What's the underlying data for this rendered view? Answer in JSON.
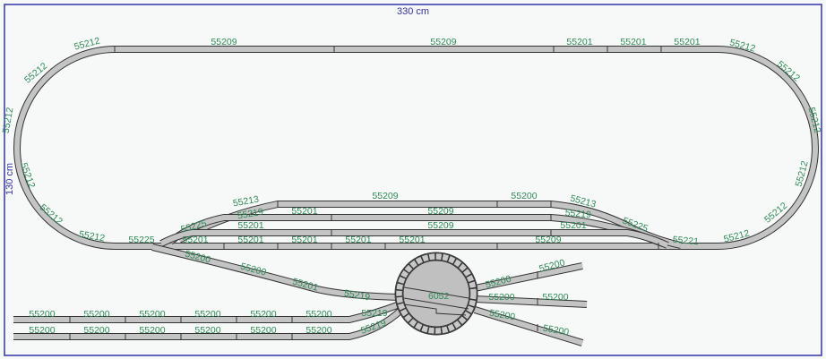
{
  "dimensions": {
    "width_label": "330 cm",
    "height_label": "130 cm"
  },
  "colors": {
    "label": "#2e8b57",
    "track": "#c4c4c4",
    "frame": "#3333aa"
  },
  "turntable": {
    "label": "6052"
  },
  "labels": [
    "55212",
    "55209",
    "55209",
    "55201",
    "55201",
    "55201",
    "55212",
    "55212",
    "55212",
    "55212",
    "55212",
    "55212",
    "55221",
    "55225",
    "55201",
    "55219",
    "55213",
    "55200",
    "55209",
    "55201",
    "55209",
    "55201",
    "55209",
    "55201",
    "55201",
    "55201",
    "55209",
    "55201",
    "55201",
    "55225",
    "55225",
    "55219",
    "55213",
    "55212",
    "55212",
    "55212",
    "55212",
    "55212",
    "55200",
    "55200",
    "55201",
    "55219",
    "55219",
    "55219",
    "55200",
    "55200",
    "55200",
    "55200",
    "55200",
    "55200",
    "55200",
    "55200",
    "55200",
    "55200",
    "55200",
    "55200",
    "55200",
    "55200",
    "55200",
    "55200",
    "55200",
    "55200"
  ]
}
